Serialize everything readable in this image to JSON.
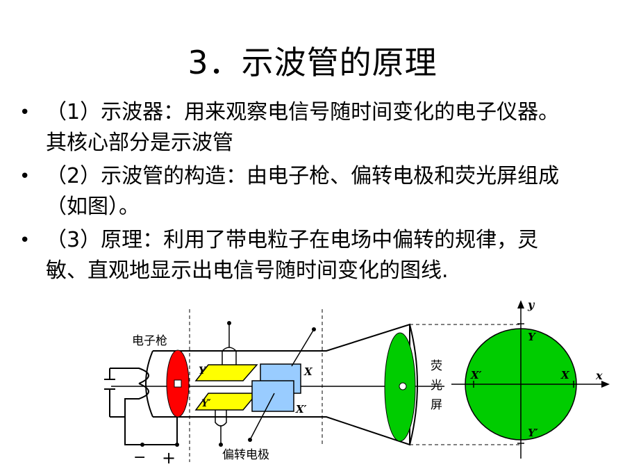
{
  "slide": {
    "title": "3．示波管的原理",
    "bullets": [
      {
        "marker": "•",
        "text": "（1）示波器：用来观察电信号随时间变化的电子仪器。其核心部分是示波管"
      },
      {
        "marker": "•",
        "text": "（2）示波管的构造：由电子枪、偏转电极和荧光屏组成（如图）。"
      },
      {
        "marker": "•",
        "text": "（3）原理：利用了带电粒子在电场中偏转的规律，灵敏、直观地显示出电信号随时间变化的图线."
      }
    ]
  },
  "diagram": {
    "electron_gun_label": "电子枪",
    "deflection_label": "偏转电极",
    "screen_label_1": "荧",
    "screen_label_2": "光",
    "screen_label_3": "屏",
    "minus_label": "−",
    "plus_label": "+",
    "plate_y": "Y",
    "plate_y_prime": "Y′",
    "plate_x": "X",
    "plate_x_prime": "X′",
    "axis_y": "y",
    "axis_x": "x",
    "screen_y": "Y",
    "screen_y_prime": "Y′",
    "screen_x": "X",
    "screen_x_prime": "X′",
    "colors": {
      "cathode": "#ff0000",
      "y_plates": "#ffff00",
      "x_plates": "#99ccff",
      "screen": "#00cc00"
    }
  }
}
